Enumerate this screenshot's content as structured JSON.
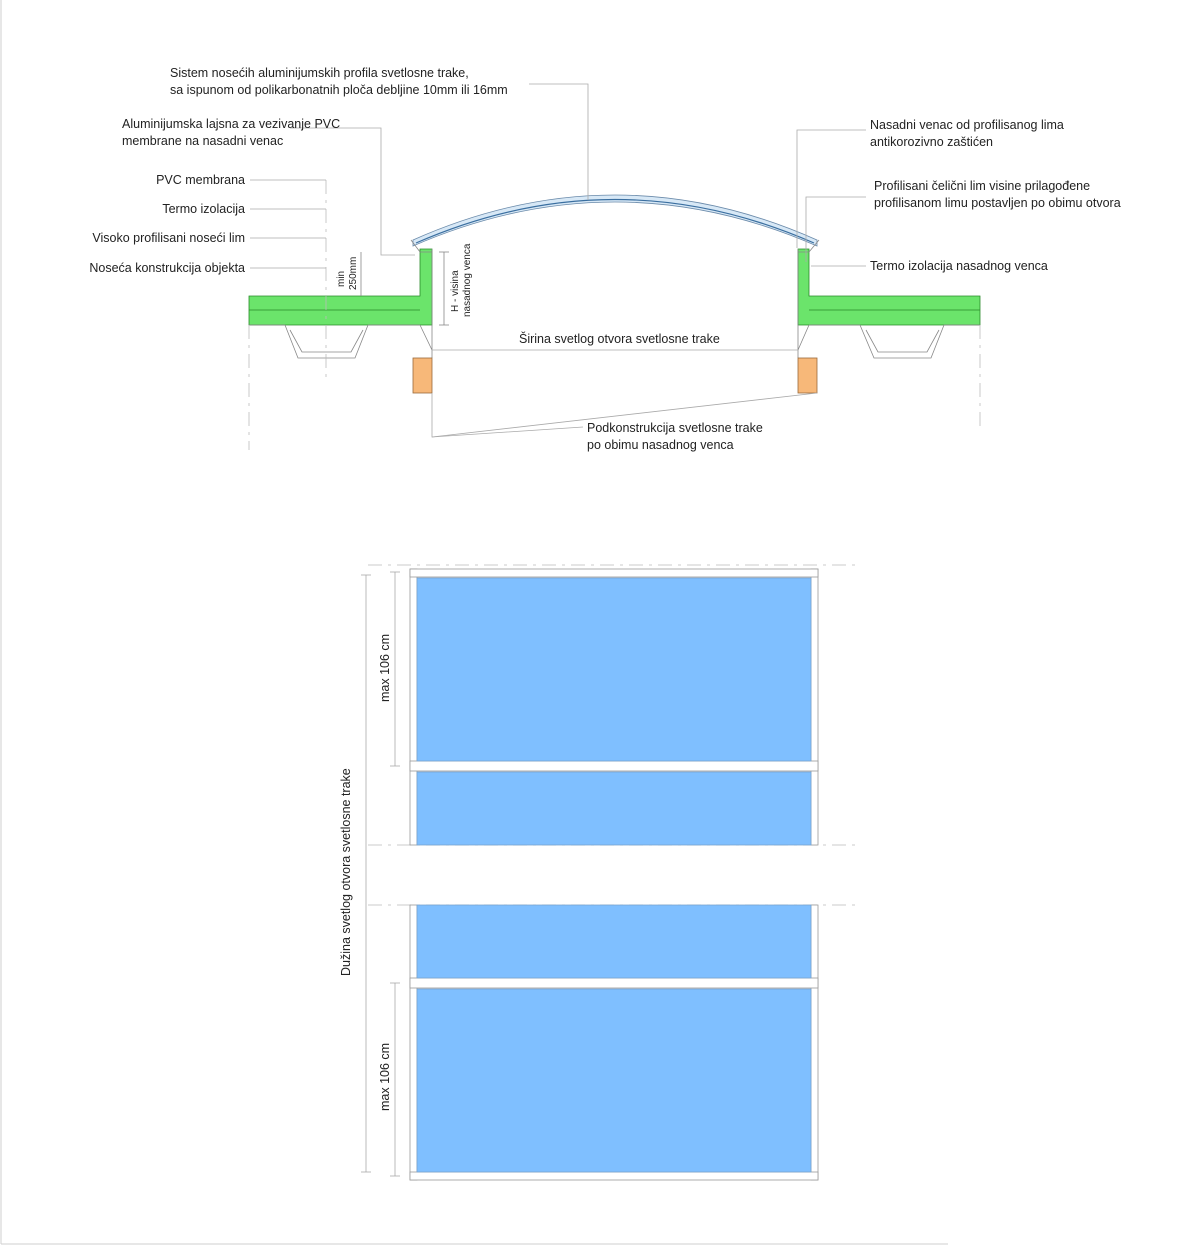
{
  "section": {
    "label_profile_system_line1": "Sistem nosećih aluminijumskih profila svetlosne trake,",
    "label_profile_system_line2": "sa ispunom od polikarbonatnih ploča debljine 10mm ili 16mm",
    "label_alu_strip_line1": "Aluminijumska lajsna za vezivanje PVC",
    "label_alu_strip_line2": "membrane na nasadni venac",
    "label_pvc": "PVC membrana",
    "label_thermo": "Termo izolacija",
    "label_high_profile": "Visoko profilisani noseći lim",
    "label_structure": "Noseća konstrukcija objekta",
    "label_curb_line1": "Nasadni venac od profilisanog lima",
    "label_curb_line2": "antikorozivno zaštićen",
    "label_steel_line1": "Profilisani čelični lim visine prilagođene",
    "label_steel_line2": "profilisanom limu postavljen po obimu otvora",
    "label_curb_insulation": "Termo izolacija nasadnog venca",
    "label_width": "Širina svetlog otvora svetlosne trake",
    "label_sub_line1": "Podkonstrukcija svetlosne trake",
    "label_sub_line2": "po obimu nasadnog venca",
    "dim_min_line1": "min",
    "dim_min_line2": "250mm",
    "dim_h_line1": "H - visina",
    "dim_h_line2": "nasadnog venca"
  },
  "plan": {
    "dim_top": "max 106 cm",
    "dim_bottom": "max 106 cm",
    "dim_length": "Dužina svetlog otvora svetlosne trake"
  },
  "colors": {
    "insulation": "#6be46b",
    "subframe": "#f7b879",
    "polycarbonate": "#7fbfff"
  }
}
